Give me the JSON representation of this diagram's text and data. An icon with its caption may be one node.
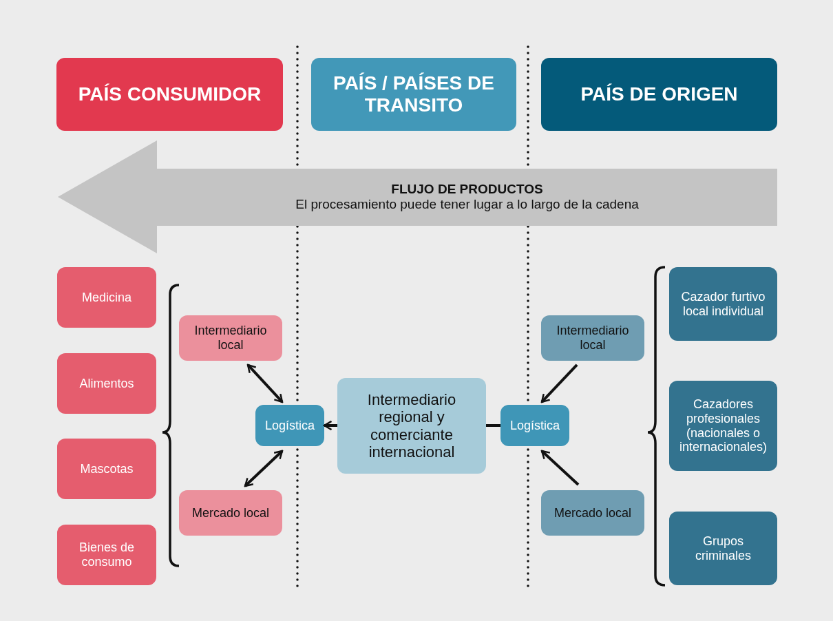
{
  "diagram": {
    "nodes": [
      {
        "text": [
          "PAÍS CONSUMIDOR"
        ]
      },
      {
        "text": [
          "PAÍS / PAÍSES DE TRANSITO"
        ]
      },
      {
        "text": [
          "PAÍS DE ORIGEN"
        ]
      },
      {
        "text": [
          "FLUJO DE PRODUCTOS",
          "El procesamiento puede tener lugar a lo largo de la cadena"
        ]
      },
      {
        "text": [
          "Medicina"
        ]
      },
      {
        "text": [
          "Alimentos"
        ]
      },
      {
        "text": [
          "Mascotas"
        ]
      },
      {
        "text": [
          "Bienes de consumo"
        ]
      },
      {
        "text": [
          "Intermediario local"
        ]
      },
      {
        "text": [
          "Logística"
        ]
      },
      {
        "text": [
          "Mercado local"
        ]
      },
      {
        "text": [
          "Intermediario regional y comerciante internacional"
        ]
      },
      {
        "text": [
          "Intermediario local"
        ]
      },
      {
        "text": [
          "Logística"
        ]
      },
      {
        "text": [
          "Mercado local"
        ]
      },
      {
        "text": [
          "Cazador furtivo local individual"
        ]
      },
      {
        "text": [
          "Cazadores profesionales (nacionales o internacionales)"
        ]
      },
      {
        "text": [
          "Grupos criminales"
        ]
      }
    ],
    "edges": [
      {
        "from": 8,
        "to": 9,
        "arrow": "both"
      },
      {
        "from": 10,
        "to": 9,
        "arrow": "both"
      },
      {
        "from": 11,
        "to": 9,
        "arrow": "to"
      },
      {
        "from": 13,
        "to": 11,
        "arrow": "none"
      },
      {
        "from": 12,
        "to": 13,
        "arrow": "to"
      },
      {
        "from": 14,
        "to": 13,
        "arrow": "to"
      }
    ]
  }
}
